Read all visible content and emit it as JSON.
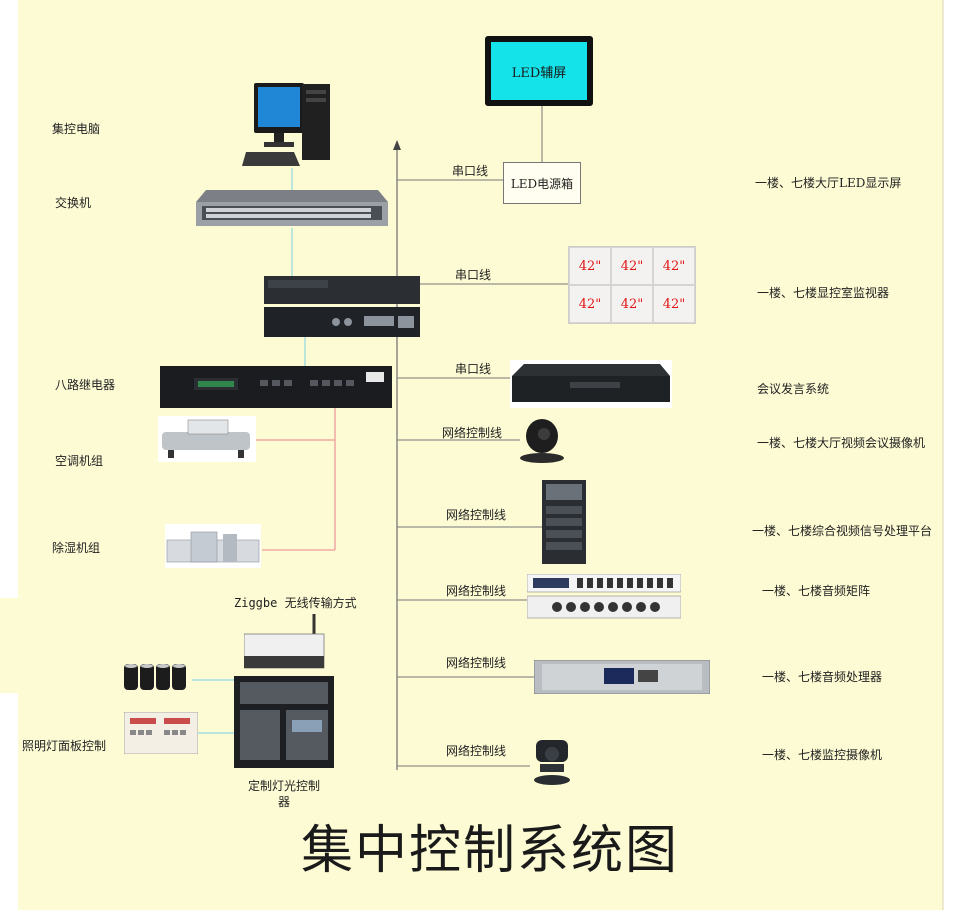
{
  "title": "集中控制系统图",
  "colors": {
    "background": "#fdfbd4",
    "led_screen": "#14e3ea",
    "monitor_text": "#e01616",
    "line_red": "#f09a9a",
    "line_cyan": "#8fd8e0"
  },
  "left_labels": {
    "central_pc": "集控电脑",
    "switch": "交换机",
    "relay": "八路继电器",
    "hvac": "空调机组",
    "dehumidifier": "除湿机组",
    "lighting_panel": "照明灯面板控制",
    "zigbee": "Ziggbe 无线传输方式",
    "lighting_controller": "定制灯光控制器"
  },
  "connection_labels": {
    "serial_1": "串口线",
    "serial_2": "串口线",
    "serial_3": "串口线",
    "network_1": "网络控制线",
    "network_2": "网络控制线",
    "network_3": "网络控制线",
    "network_4": "网络控制线",
    "network_5": "网络控制线"
  },
  "devices": {
    "led_screen": "LED辅屏",
    "led_power_box": "LED电源箱",
    "monitor_wall": [
      "42\"",
      "42\"",
      "42\"",
      "42\"",
      "42\"",
      "42\""
    ]
  },
  "right_labels": {
    "led_display": "一楼、七楼大厅LED显示屏",
    "monitor": "一楼、七楼显控室监视器",
    "conference": "会议发言系统",
    "video_camera": "一楼、七楼大厅视频会议摄像机",
    "video_platform": "一楼、七楼综合视频信号处理平台",
    "audio_matrix": "一楼、七楼音频矩阵",
    "audio_processor": "一楼、七楼音频处理器",
    "surveillance": "一楼、七楼监控摄像机"
  }
}
